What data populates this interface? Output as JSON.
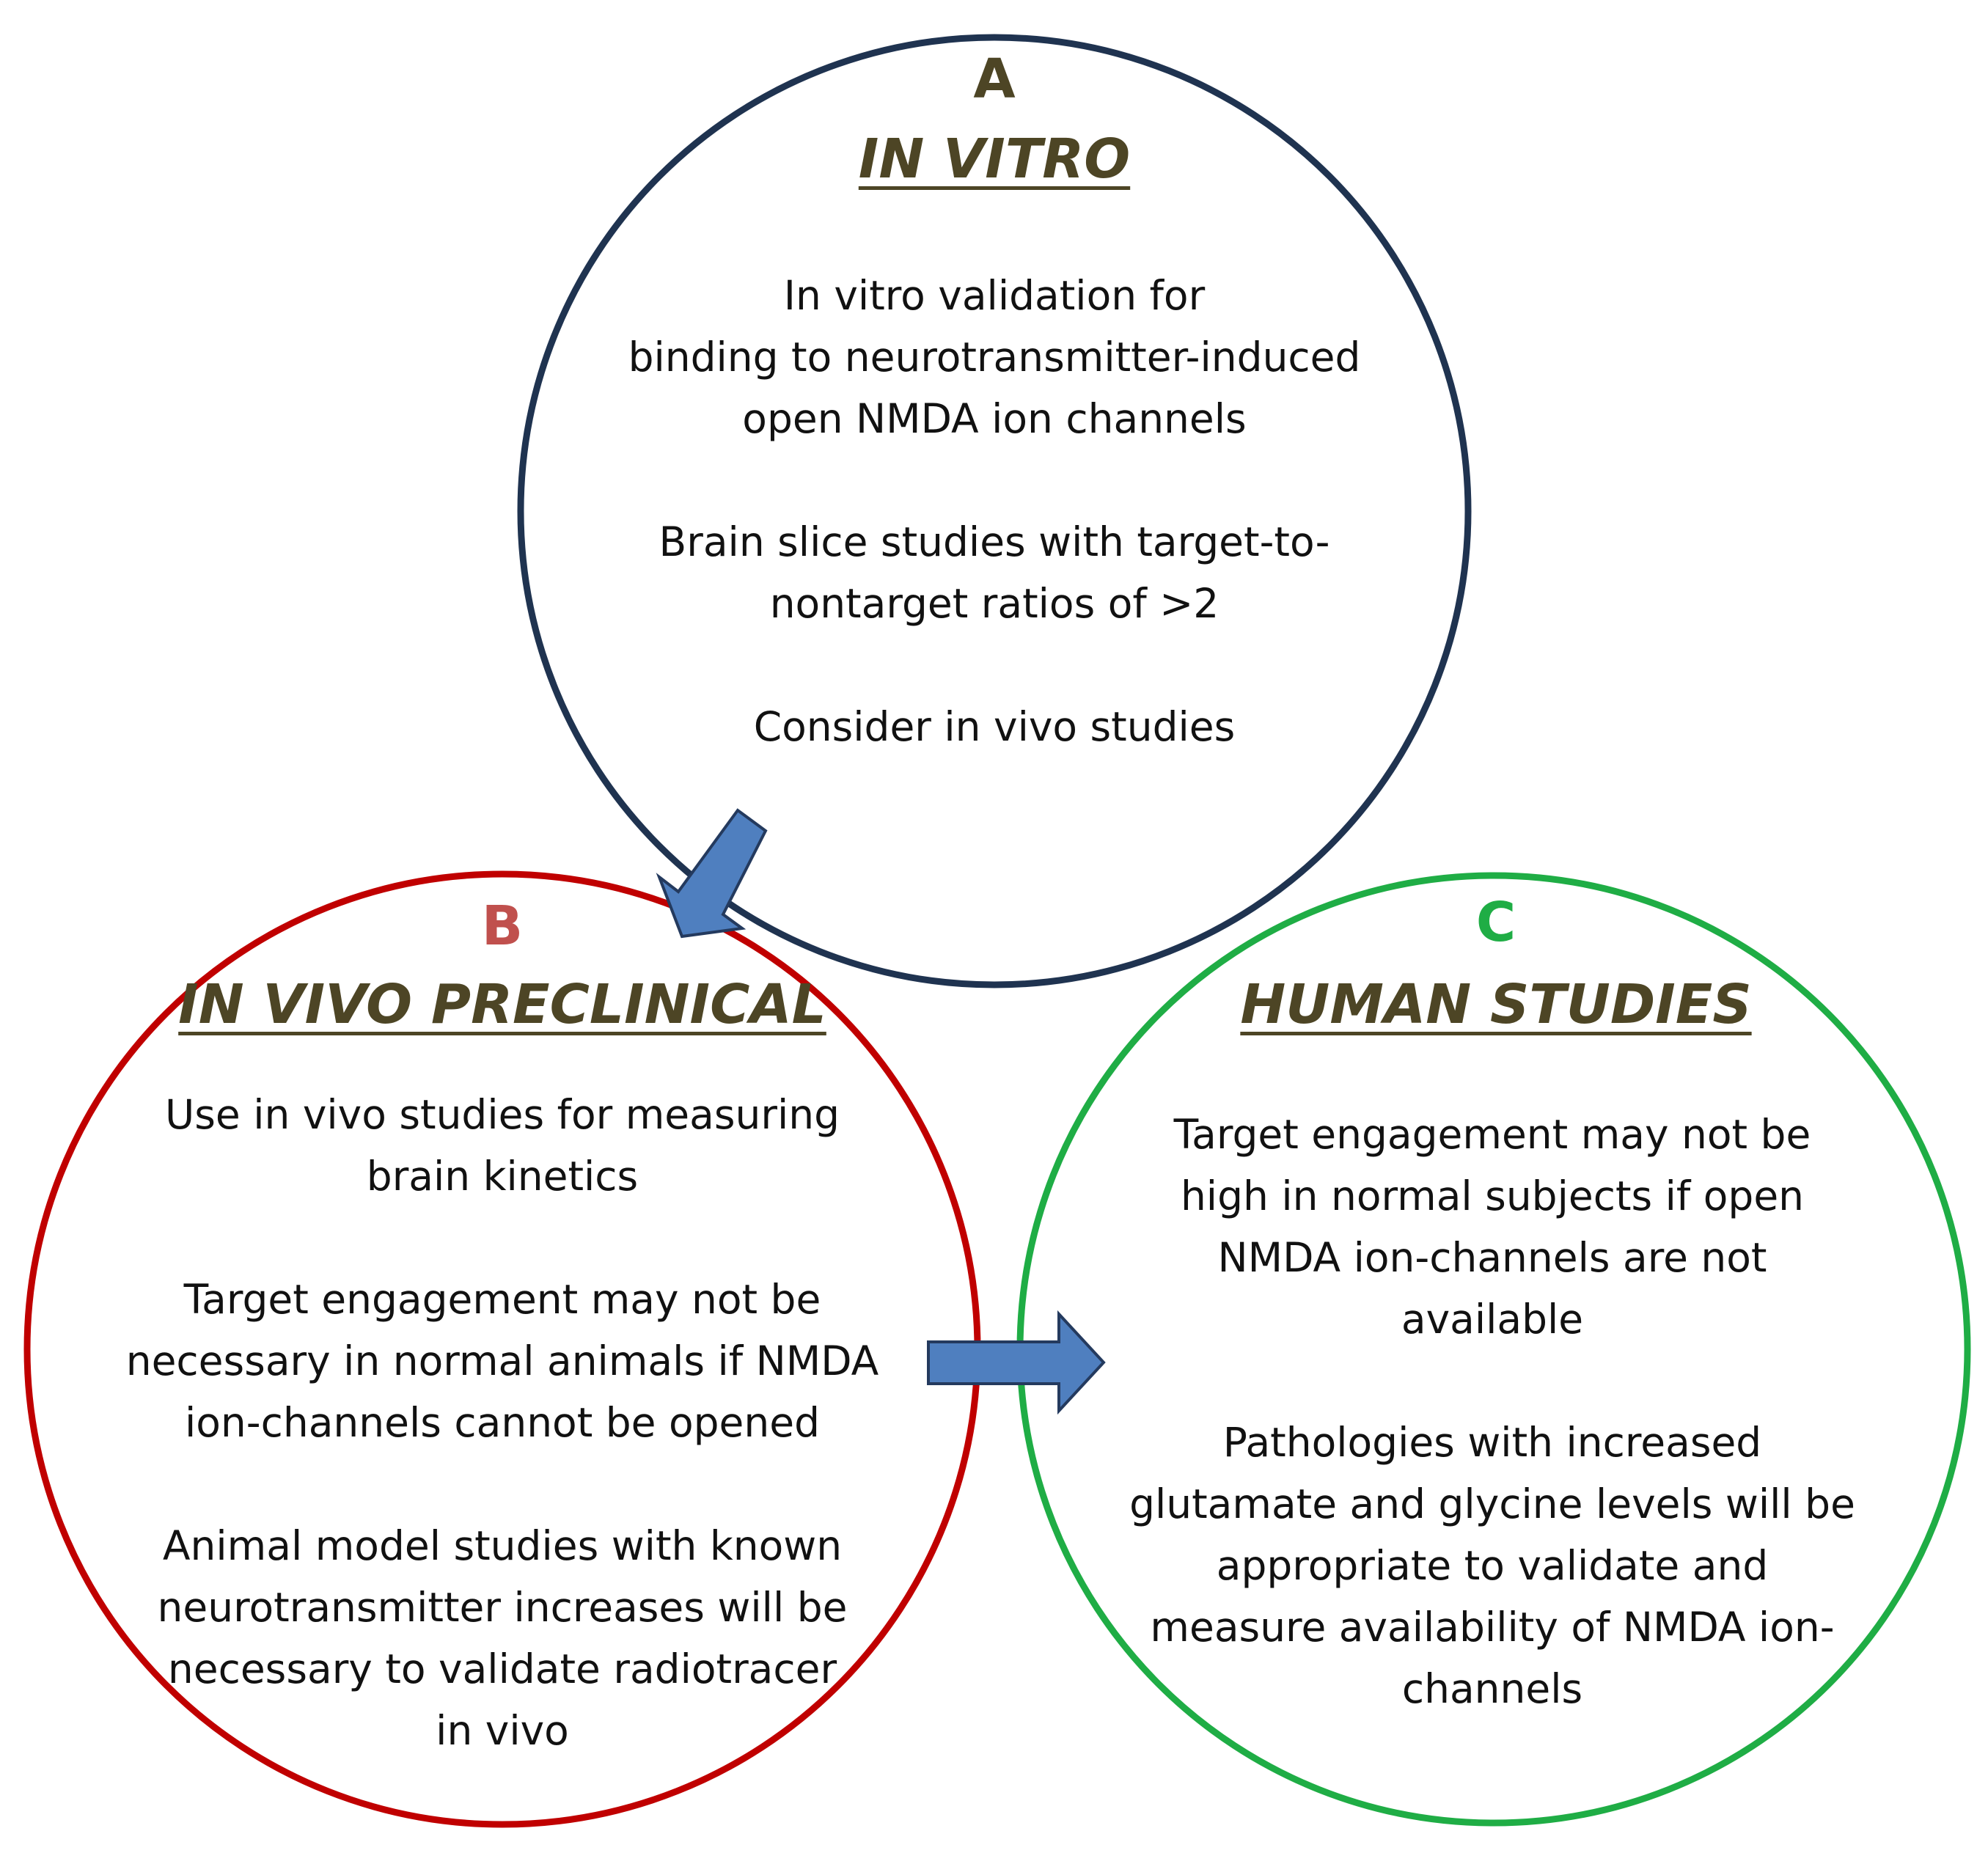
{
  "colors": {
    "circle_a": "#1f3350",
    "circle_b": "#c00000",
    "circle_c": "#1fad45",
    "letter_a": "#4d4525",
    "letter_b": "#c0504d",
    "letter_c": "#1fad45",
    "title": "#4d4525",
    "arrow_fill": "#4f7fbf",
    "arrow_stroke": "#243a5e"
  },
  "sections": {
    "a": {
      "letter": "A",
      "title": "IN VITRO",
      "paragraphs": [
        "In vitro validation for\nbinding to neurotransmitter-induced\nopen NMDA ion channels",
        "Brain slice studies with target-to-\nnontarget ratios of >2",
        "Consider in vivo studies"
      ]
    },
    "b": {
      "letter": "B",
      "title": "IN VIVO PRECLINICAL",
      "paragraphs": [
        "Use in vivo studies for measuring\nbrain kinetics",
        "Target engagement may not be\nnecessary in normal animals if NMDA\nion-channels cannot be opened",
        "Animal model studies with known\nneurotransmitter increases will be\nnecessary to validate radiotracer\nin vivo"
      ]
    },
    "c": {
      "letter": "C",
      "title": "HUMAN STUDIES",
      "paragraphs": [
        "Target engagement may not be\nhigh in normal subjects if open\nNMDA ion-channels are not\navailable",
        "Pathologies with increased\nglutamate and glycine levels will be\nappropriate to validate and\nmeasure availability of NMDA ion-\nchannels"
      ]
    }
  },
  "arrows": [
    {
      "from": "a",
      "to": "b"
    },
    {
      "from": "b",
      "to": "c"
    }
  ]
}
